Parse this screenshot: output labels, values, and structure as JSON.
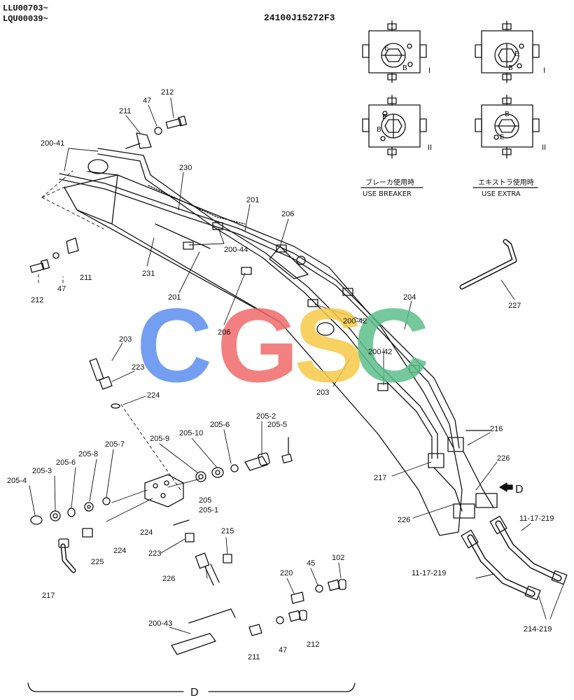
{
  "header": {
    "serial_line_1": "LLU00703~",
    "serial_line_2": "LQU00039~",
    "drawing_code": "24100J15272F3"
  },
  "valve_views": {
    "port_b": "B",
    "port_e": "E",
    "roman_1": "I",
    "roman_2": "II",
    "caption_breaker_jp": "ブレーカ使用時",
    "caption_breaker_en": "USE BREAKER",
    "caption_extra_jp": "エキストラ使用時",
    "caption_extra_en": "USE EXTRA"
  },
  "watermark": {
    "letters": [
      "C",
      "G",
      "S",
      "C"
    ],
    "colors": [
      "#5b8ef0",
      "#f26b6b",
      "#f7c948",
      "#5cbf8a"
    ]
  },
  "arrow_label": "D",
  "section_label": "D",
  "part_labels": {
    "p200_41": "200-41",
    "p211_top": "211",
    "p47_top": "47",
    "p212_top": "212",
    "p230": "230",
    "p201_top": "201",
    "p206_top": "206",
    "p200_44": "200-44",
    "p231": "231",
    "p201_mid": "201",
    "p206_mid": "206",
    "p212_left": "212",
    "p47_left": "47",
    "p211_left": "211",
    "p204": "204",
    "p200_42_a": "200-42",
    "p200_42_b": "200-42",
    "p203_mid": "203",
    "p227": "227",
    "p203_left": "203",
    "p223_a": "223",
    "p224_a": "224",
    "p205_2": "205-2",
    "p205_5": "205-5",
    "p205_6_a": "205-6",
    "p205_10": "205-10",
    "p205_9": "205-9",
    "p205_7": "205-7",
    "p205_8": "205-8",
    "p205_6_b": "205-6",
    "p205_3": "205-3",
    "p205_4": "205-4",
    "p205": "205",
    "p205_1": "205-1",
    "p224_b": "224",
    "p224_c": "224",
    "p225": "225",
    "p217_left": "217",
    "p215": "215",
    "p223_b": "223",
    "p226_left": "226",
    "p216": "216",
    "p226_right": "226",
    "p217_right": "217",
    "p226_mid": "226",
    "p11_17_219_a": "11-17-219",
    "p11_17_219_b": "11-17-219",
    "p214_219": "214-219",
    "p220": "220",
    "p45": "45",
    "p102": "102",
    "p200_43": "200-43",
    "p211_bot": "211",
    "p47_bot": "47",
    "p212_bot": "212"
  }
}
